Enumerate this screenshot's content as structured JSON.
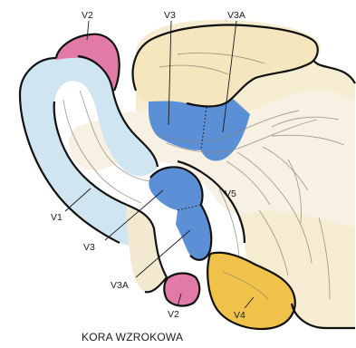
{
  "diagram": {
    "caption": "KORA WZROKOWA",
    "labels": {
      "v2_top": "V2",
      "v3_top": "V3",
      "v3a_top": "V3A",
      "v1": "V1",
      "v5": "V5",
      "v3_mid": "V3",
      "v3a_bottom": "V3A",
      "v2_bottom": "V2",
      "v4": "V4"
    },
    "area_colors": {
      "V1": "#cfe6f2",
      "V2": "#e27aa8",
      "V3": "#5b8fd6",
      "V3A": "#5b8fd6",
      "V4": "#f0c24a",
      "V5": "#f6ecd2",
      "white_matter": "#f7f1e3"
    }
  }
}
